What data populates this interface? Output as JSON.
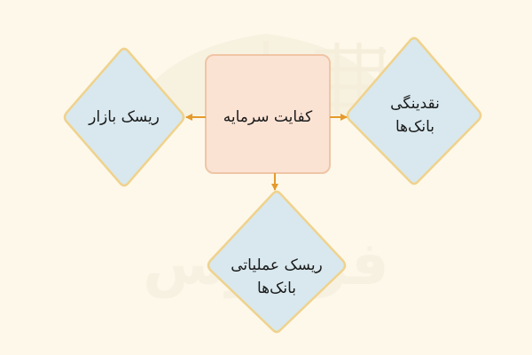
{
  "diagram": {
    "center_node": {
      "label": "کفایت سرمایه",
      "fill": "#fbe3d4",
      "stroke": "#efc5a5"
    },
    "left_node": {
      "label": "ریسک بازار",
      "fill": "#d8e8ee",
      "stroke": "#f0d28c"
    },
    "right_node": {
      "line1": "نقدینگی",
      "line2": "بانک‌ها",
      "fill": "#d8e8ee",
      "stroke": "#f0d28c"
    },
    "bottom_node": {
      "line1": "ریسک عملیاتی",
      "line2": "بانک‌ها",
      "fill": "#d8e8ee",
      "stroke": "#f0d28c"
    },
    "arrow_color": "#e59a2b",
    "background": "#fdf8ea"
  },
  "watermark": {
    "text": "فرادرس",
    "color": "#f1ebdb"
  }
}
